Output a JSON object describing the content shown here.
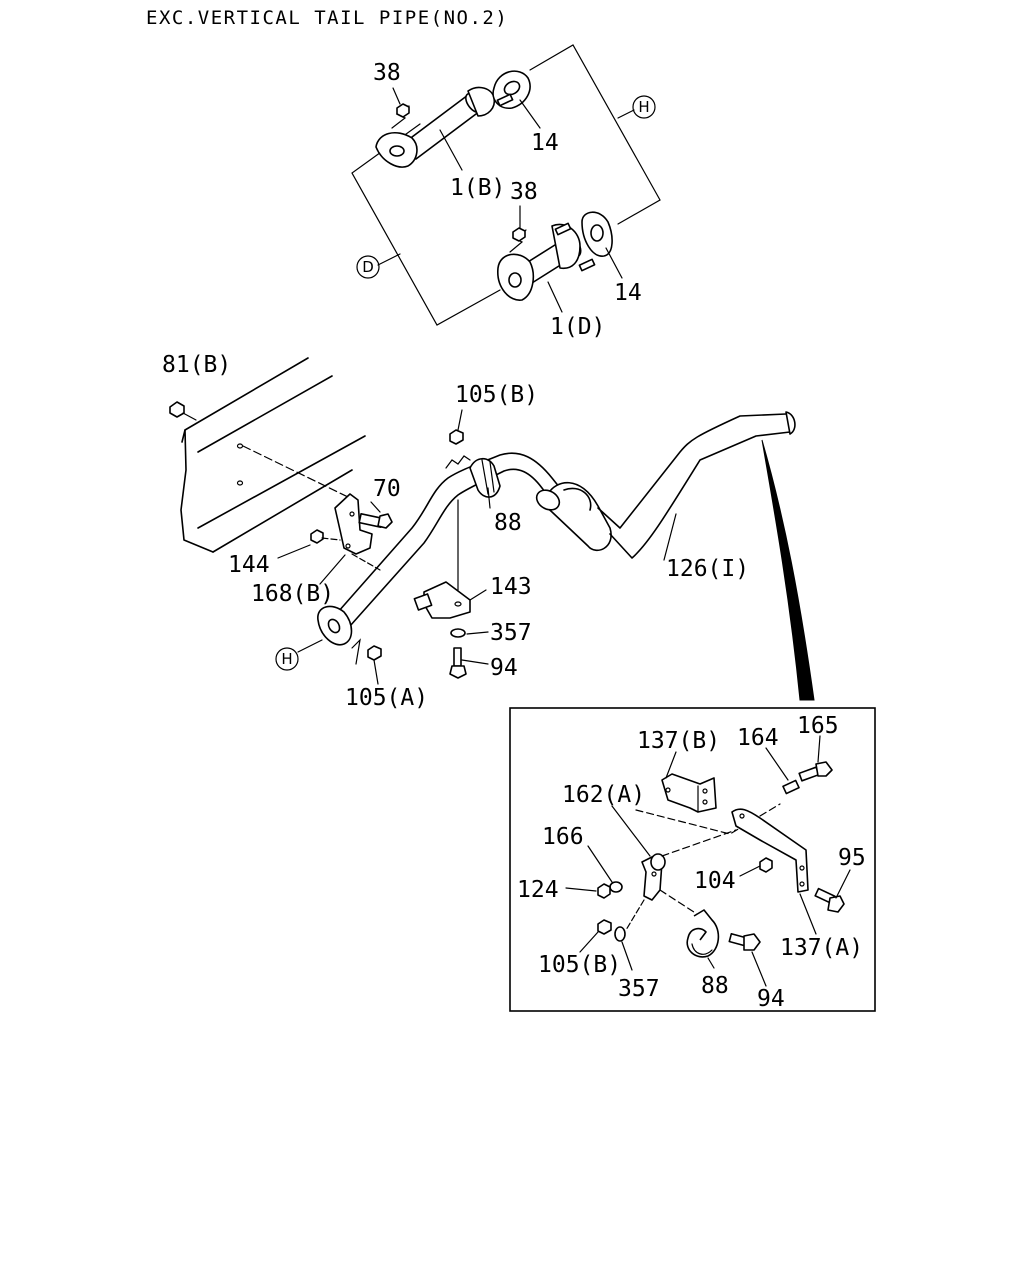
{
  "title": "EXC.VERTICAL TAIL PIPE(NO.2)",
  "labels": {
    "p38_top": "38",
    "p14_top": "14",
    "p1b": "1(B)",
    "p38_mid": "38",
    "p14_mid": "14",
    "p1d": "1(D)",
    "p81b": "81(B)",
    "p105b_top": "105(B)",
    "p70": "70",
    "p88_main": "88",
    "p144": "144",
    "p168b": "168(B)",
    "p126i": "126(I)",
    "p143": "143",
    "p357_main": "357",
    "p94_main": "94",
    "p105a": "105(A)",
    "p137b": "137(B)",
    "p164": "164",
    "p165": "165",
    "p162a": "162(A)",
    "p166": "166",
    "p95": "95",
    "p104": "104",
    "p124": "124",
    "p137a": "137(A)",
    "p105b_inset": "105(B)",
    "p357_inset": "357",
    "p88_inset": "88",
    "p94_inset": "94"
  },
  "markers": {
    "h_top": "H",
    "d_left": "D",
    "h_bottom": "H"
  }
}
